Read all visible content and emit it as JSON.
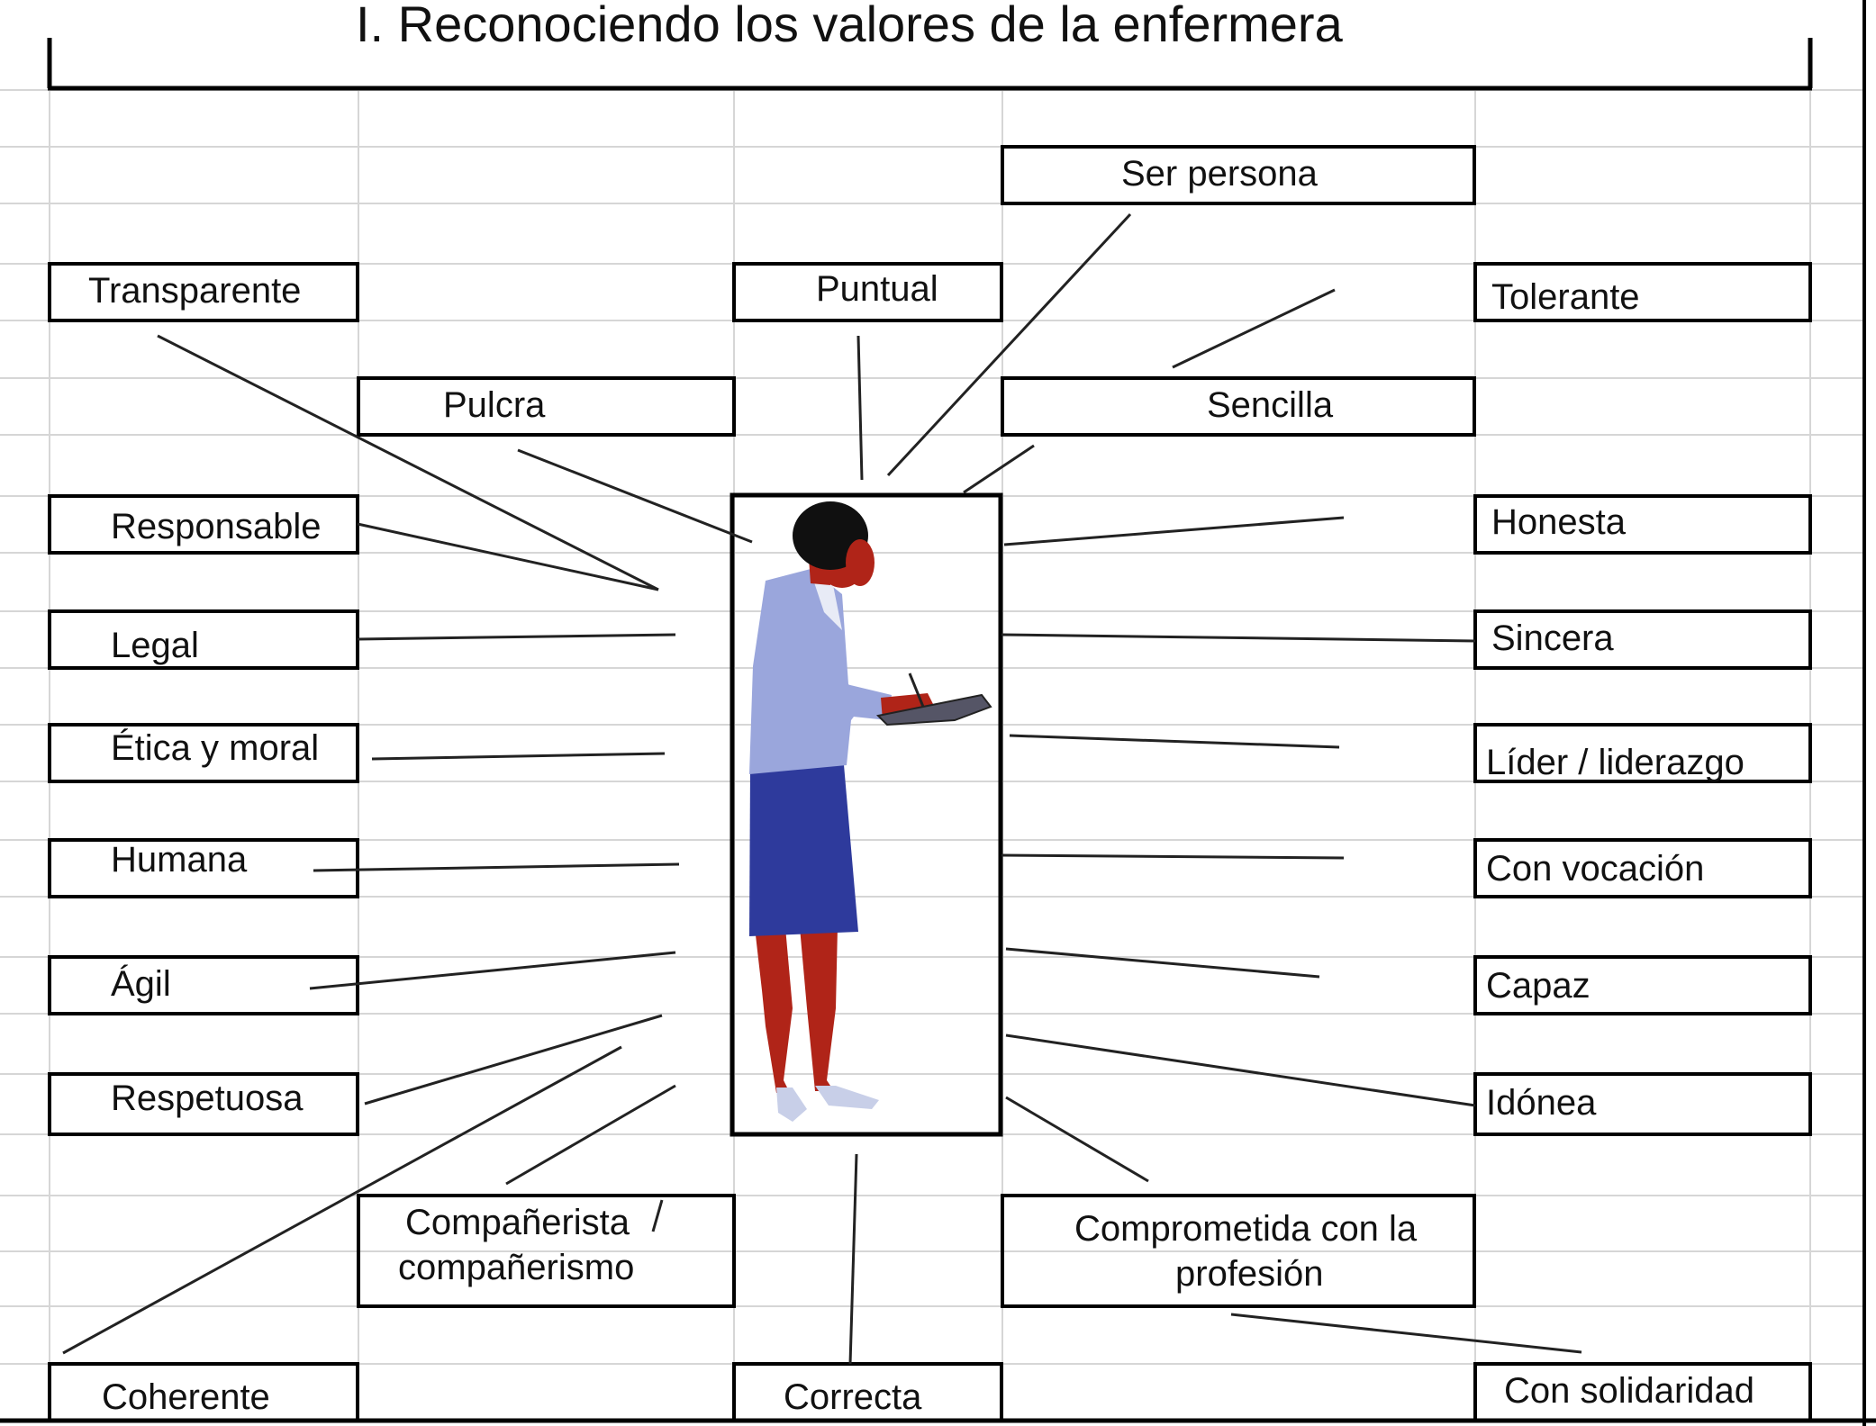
{
  "title": "I. Reconociendo los valores de la enfermera",
  "values": {
    "ser_persona": "Ser persona",
    "transparente": "Transparente",
    "puntual": "Puntual",
    "tolerante": "Tolerante",
    "pulcra": "Pulcra",
    "sencilla": "Sencilla",
    "responsable": "Responsable",
    "honesta": "Honesta",
    "legal": "Legal",
    "sincera": "Sincera",
    "etica_moral": "Ética y moral",
    "lider": "Líder / liderazgo",
    "humana": "Humana",
    "con_vocacion": "Con vocación",
    "agil": "Ágil",
    "capaz": "Capaz",
    "respetuosa": "Respetuosa",
    "idonea": "Idónea",
    "companerista_1": "Compañerista",
    "companerista_2": "compañerismo",
    "comprometida_1": "Comprometida con la",
    "comprometida_2": "profesión",
    "coherente": "Coherente",
    "correcta": "Correcta",
    "con_solidaridad": "Con solidaridad"
  },
  "colors": {
    "skin": "#b02418",
    "blouse": "#9aa6dc",
    "skirt": "#2e3a9c",
    "hair": "#101010",
    "shoes": "#c8cfe8",
    "grid": "#d6d6d6"
  }
}
